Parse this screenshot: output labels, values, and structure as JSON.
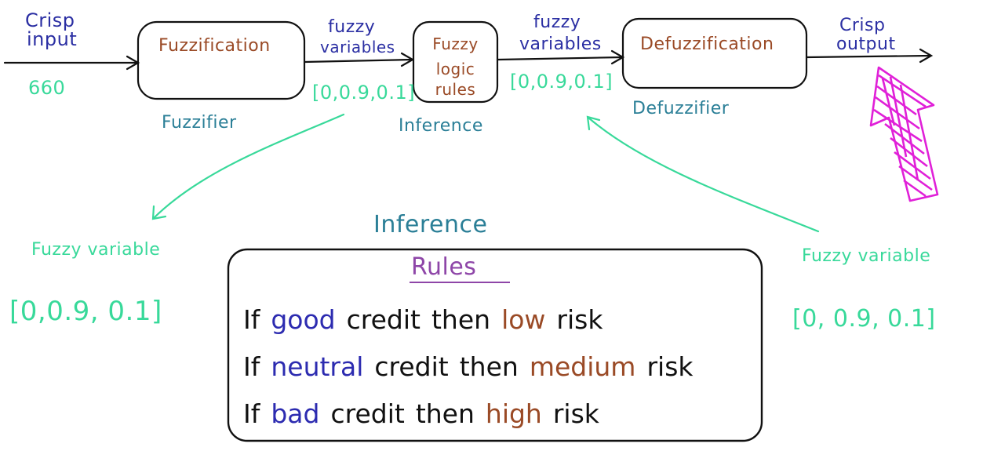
{
  "colors": {
    "dark_blue": "#2b2fa3",
    "brown": "#9a4a26",
    "teal": "#2b7f97",
    "green": "#38d99a",
    "purple": "#8e46a8",
    "magenta": "#e020d8",
    "black": "#111111"
  },
  "input": {
    "label_line1": "Crisp",
    "label_line2": "input",
    "value": "660"
  },
  "fuzzification": {
    "box_label": "Fuzzification",
    "caption": "Fuzzifier"
  },
  "link1": {
    "label_line1": "fuzzy",
    "label_line2": "variables",
    "value": "[0,0.9,0.1]"
  },
  "inference_block": {
    "label_line1": "Fuzzy",
    "label_line2": "logic",
    "label_line3": "rules",
    "caption": "Inference"
  },
  "link2": {
    "label_line1": "fuzzy",
    "label_line2": "variables",
    "value": "[0,0.9,0.1]"
  },
  "defuzzification": {
    "box_label": "Defuzzification",
    "caption": "Defuzzifier"
  },
  "output": {
    "label_line1": "Crisp",
    "label_line2": "output"
  },
  "left_detail": {
    "label": "Fuzzy variable",
    "value": "[0,0.9, 0.1]"
  },
  "right_detail": {
    "label": "Fuzzy variable",
    "value": "[0,  0.9,  0.1]"
  },
  "inference_panel": {
    "title": "Inference",
    "heading": "Rules",
    "rules": [
      {
        "if": "If",
        "condition": "good",
        "credit": "credit",
        "then": "then",
        "result": "low",
        "risk": "risk"
      },
      {
        "if": "If",
        "condition": "neutral",
        "credit": "credit",
        "then": "then",
        "result": "medium",
        "risk": "risk"
      },
      {
        "if": "If",
        "condition": "bad",
        "credit": "credit",
        "then": "then",
        "result": "high",
        "risk": "risk"
      }
    ]
  }
}
